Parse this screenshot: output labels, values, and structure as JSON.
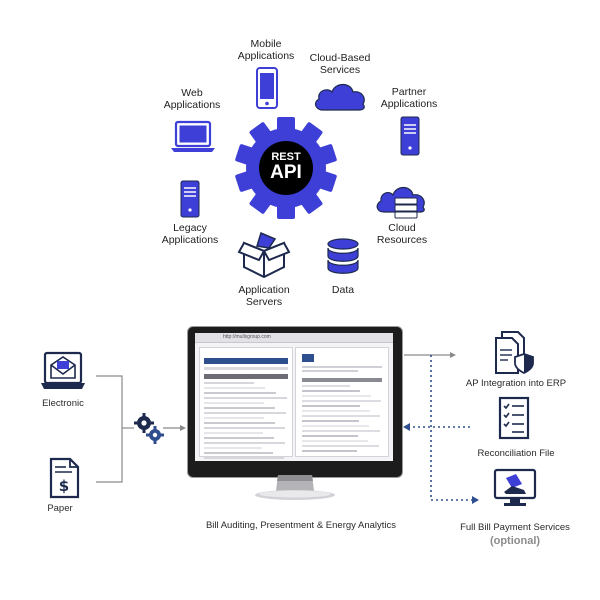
{
  "colors": {
    "brand": "#3d3fd6",
    "dark": "#1d2a4e",
    "line": "#8a8a8a",
    "dot": "#2f4e8e",
    "muted": "#8c8c8c"
  },
  "hub": {
    "line1": "REST",
    "line2": "API"
  },
  "nodes": {
    "mobile": {
      "line1": "Mobile",
      "line2": "Applications",
      "icon": "mobile-phone-icon"
    },
    "cloud_services": {
      "line1": "Cloud-Based",
      "line2": "Services",
      "icon": "cloud-icon"
    },
    "partner": {
      "line1": "Partner",
      "line2": "Applications",
      "icon": "server-icon"
    },
    "web": {
      "line1": "Web",
      "line2": "Applications",
      "icon": "laptop-icon"
    },
    "cloud_resources": {
      "line1": "Cloud",
      "line2": "Resources",
      "icon": "cloud-server-icon"
    },
    "legacy": {
      "line1": "Legacy",
      "line2": "Applications",
      "icon": "server-icon"
    },
    "app_servers": {
      "line1": "Application",
      "line2": "Servers",
      "icon": "open-box-icon"
    },
    "data": {
      "line1": "Data",
      "icon": "database-icon"
    }
  },
  "inputs": {
    "electronic": {
      "label": "Electronic",
      "icon": "email-screen-icon"
    },
    "paper": {
      "label": "Paper",
      "icon": "dollar-document-icon"
    },
    "processing_icon": "gears-icon"
  },
  "monitor": {
    "url": "http://mullsgroup.com",
    "caption": "Bill Auditing, Presentment & Energy Analytics"
  },
  "outputs": {
    "erp": {
      "label": "AP Integration into ERP",
      "icon": "documents-shield-icon"
    },
    "reconciliation": {
      "label": "Reconciliation File",
      "icon": "checklist-icon"
    },
    "payment": {
      "label": "Full Bill Payment Services",
      "optional": "(optional)",
      "icon": "payment-monitor-icon"
    }
  }
}
